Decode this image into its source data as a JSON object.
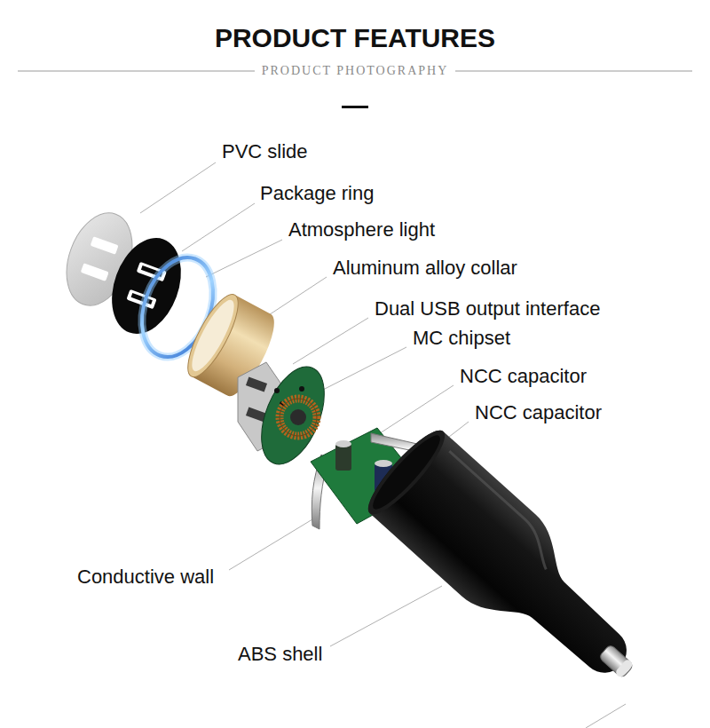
{
  "diagram": {
    "title": "PRODUCT FEATURES",
    "labels": [
      "PRODUCT PHOTOGRAPHY",
      "PVC slide",
      "Package ring",
      "Atmosphere light",
      "Aluminum alloy collar",
      "Dual USB output interface",
      "MC chipset",
      "NCC capacitor",
      "NCC capacitor",
      "Conductive wall",
      "ABS shell"
    ]
  }
}
